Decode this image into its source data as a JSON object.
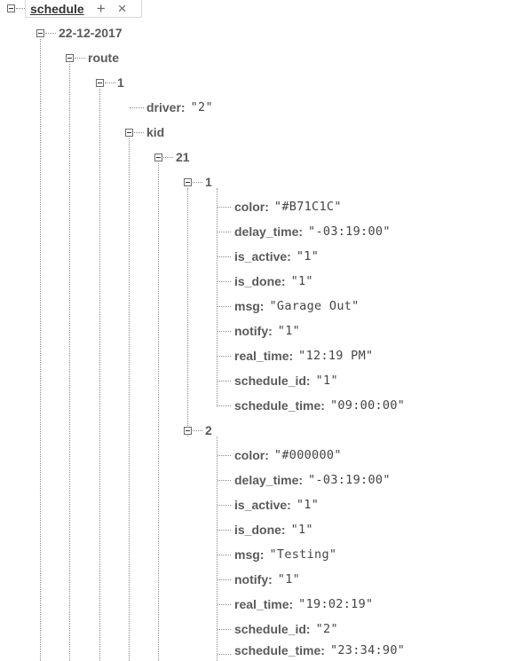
{
  "root": {
    "label": "schedule",
    "add_icon": "+",
    "remove_icon": "×"
  },
  "date": "22-12-2017",
  "route": "route",
  "route_id": "1",
  "driver": {
    "key": "driver",
    "value": "\"2\""
  },
  "kid": "kid",
  "kid_id": "21",
  "entries": [
    {
      "id": "1",
      "fields": [
        {
          "key": "color",
          "value": "\"#B71C1C\""
        },
        {
          "key": "delay_time",
          "value": "\"-03:19:00\""
        },
        {
          "key": "is_active",
          "value": "\"1\""
        },
        {
          "key": "is_done",
          "value": "\"1\""
        },
        {
          "key": "msg",
          "value": "\"Garage Out\""
        },
        {
          "key": "notify",
          "value": "\"1\""
        },
        {
          "key": "real_time",
          "value": "\"12:19 PM\""
        },
        {
          "key": "schedule_id",
          "value": "\"1\""
        },
        {
          "key": "schedule_time",
          "value": "\"09:00:00\""
        }
      ]
    },
    {
      "id": "2",
      "fields": [
        {
          "key": "color",
          "value": "\"#000000\""
        },
        {
          "key": "delay_time",
          "value": "\"-03:19:00\""
        },
        {
          "key": "is_active",
          "value": "\"1\""
        },
        {
          "key": "is_done",
          "value": "\"1\""
        },
        {
          "key": "msg",
          "value": "\"Testing\""
        },
        {
          "key": "notify",
          "value": "\"1\""
        },
        {
          "key": "real_time",
          "value": "\"19:02:19\""
        },
        {
          "key": "schedule_id",
          "value": "\"2\""
        },
        {
          "key": "schedule_time",
          "value": "\"23:34:90\""
        }
      ]
    }
  ]
}
